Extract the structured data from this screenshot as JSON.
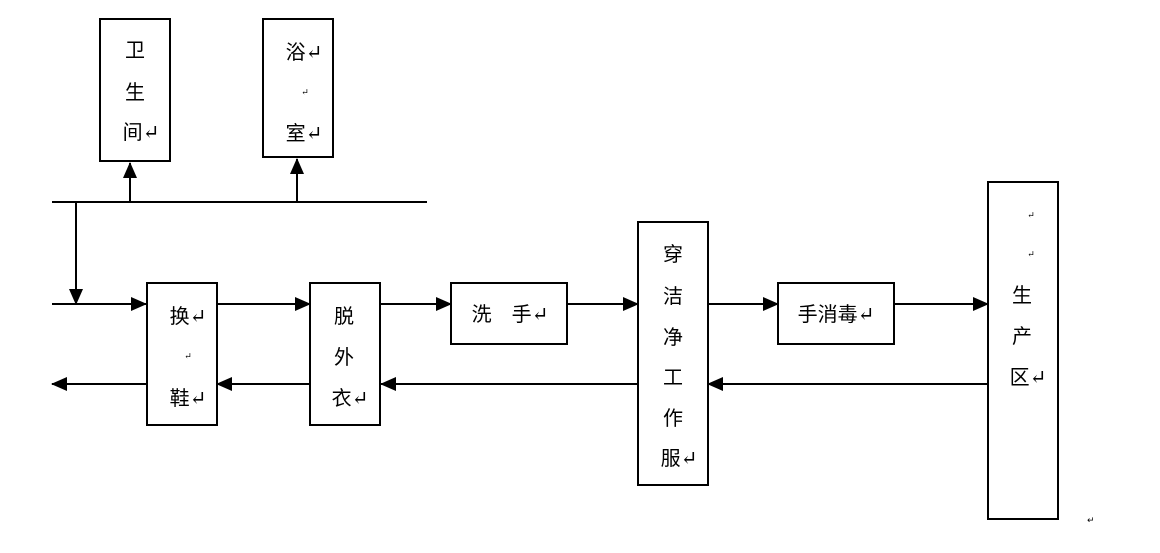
{
  "diagram": {
    "paragraph_mark": "↵",
    "nodes": {
      "toilet": [
        "卫",
        "生",
        "间↵"
      ],
      "bathroom": [
        "浴↵",
        "↵",
        "室↵"
      ],
      "change_shoes": [
        "换↵",
        "↵",
        "鞋↵"
      ],
      "remove_coat": [
        "脱",
        "外",
        "衣↵"
      ],
      "wash_hands": "洗　手↵",
      "wear_workwear": [
        "穿",
        "洁",
        "净",
        "工",
        "作",
        "服↵"
      ],
      "hand_disinfection": "手消毒↵",
      "production_area": [
        "↵",
        "↵",
        "生",
        "产",
        "区↵"
      ]
    }
  }
}
